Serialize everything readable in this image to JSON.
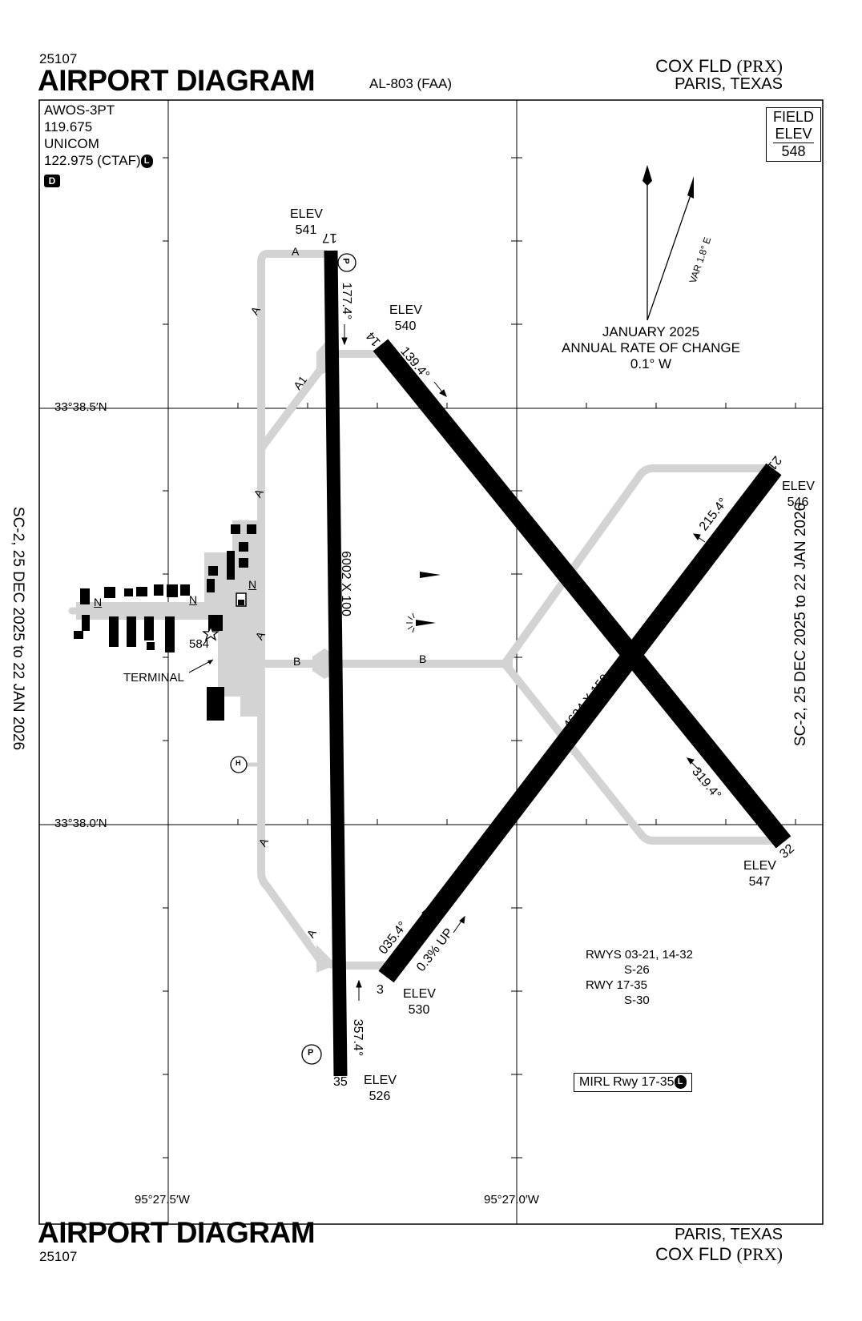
{
  "header": {
    "doc_number": "25107",
    "title": "AIRPORT DIAGRAM",
    "procedure_id": "AL-803 (FAA)",
    "airport_name": "COX FLD",
    "airport_id": "(PRX)",
    "city": "PARIS, TEXAS"
  },
  "footer": {
    "title": "AIRPORT DIAGRAM",
    "doc_number": "25107",
    "city": "PARIS, TEXAS",
    "airport_name": "COX FLD",
    "airport_id": "(PRX)"
  },
  "effective_dates": "SC-2,  25 DEC 2025  to  22 JAN 2026",
  "comms": {
    "awos": "AWOS-3PT",
    "awos_freq": "119.675",
    "unicom": "UNICOM",
    "ctaf": "122.975 (CTAF)",
    "lighting_badge": "L",
    "class_badge": "D"
  },
  "field_elev": {
    "label1": "FIELD",
    "label2": "ELEV",
    "value": "548"
  },
  "magnetic_variation": {
    "var_label": "VAR 1.8° E",
    "date": "JANUARY 2025",
    "rate_label": "ANNUAL RATE OF CHANGE",
    "rate_value": "0.1° W"
  },
  "coordinates": {
    "lat_north": "33°38.5′N",
    "lat_south": "33°38.0′N",
    "lon_west": "95°27.5′W",
    "lon_east": "95°27.0′W"
  },
  "runways": {
    "rwy17": {
      "number": "17",
      "elev_label": "ELEV",
      "elev": "541",
      "heading": "177.4°"
    },
    "rwy35": {
      "number": "35",
      "elev_label": "ELEV",
      "elev": "526",
      "heading": "357.4°"
    },
    "rwy17_35_dims": "6002 X 100",
    "rwy14": {
      "number": "14",
      "elev_label": "ELEV",
      "elev": "540",
      "heading": "139.4°"
    },
    "rwy32": {
      "number": "32",
      "elev_label": "ELEV",
      "elev": "547",
      "heading": "319.4°"
    },
    "rwy14_32_dims": "4624 X 150",
    "rwy3": {
      "number": "3",
      "elev_label": "ELEV",
      "elev": "530",
      "heading": "035.4°",
      "gradient": "0.3% UP"
    },
    "rwy21": {
      "number": "21",
      "elev_label": "ELEV",
      "elev": "546",
      "heading": "215.4°"
    },
    "rwy3_21_dims": "4624 X 150"
  },
  "taxiways": {
    "A": "A",
    "A1": "A1",
    "B": "B"
  },
  "ramp": {
    "terminal": "TERMINAL",
    "beacon_elev": "584",
    "north_label": "N",
    "parking": "P",
    "helipad": "H"
  },
  "strength": {
    "line1": "RWYS 03-21, 14-32",
    "line2": "S-26",
    "line3": "RWY 17-35",
    "line4": "S-30"
  },
  "lighting": {
    "mirl": "MIRL Rwy 17-35",
    "badge": "L"
  },
  "colors": {
    "runway": "#000000",
    "taxiway": "#d3d3d3",
    "ink": "#000000"
  }
}
